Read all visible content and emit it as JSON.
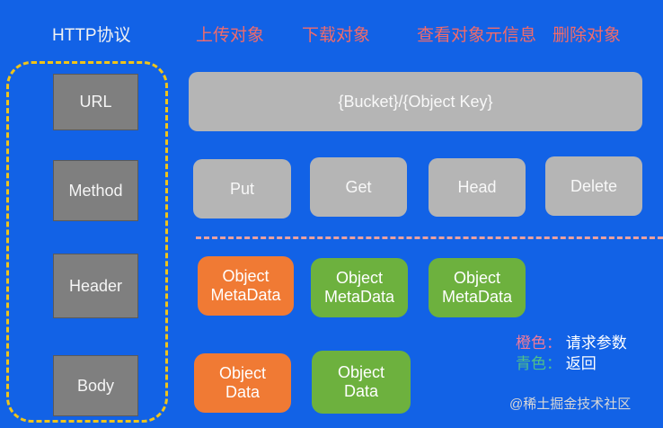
{
  "header": {
    "protocol": "HTTP协议",
    "upload": "上传对象",
    "download": "下载对象",
    "view_meta": "查看对象元信息",
    "delete": "删除对象"
  },
  "fields": {
    "url": "URL",
    "method": "Method",
    "header": "Header",
    "body": "Body"
  },
  "url_value": "{Bucket}/{Object Key}",
  "methods": {
    "put": "Put",
    "get": "Get",
    "head": "Head",
    "delete": "Delete"
  },
  "metadata_boxes": [
    {
      "line1": "Object",
      "line2": "MetaData",
      "color": "#f07a34"
    },
    {
      "line1": "Object",
      "line2": "MetaData",
      "color": "#6db13e"
    },
    {
      "line1": "Object",
      "line2": "MetaData",
      "color": "#6db13e"
    }
  ],
  "data_boxes": [
    {
      "line1": "Object",
      "line2": "Data",
      "color": "#f07a34"
    },
    {
      "line1": "Object",
      "line2": "Data",
      "color": "#6db13e"
    }
  ],
  "legend": {
    "orange_key": "橙色：",
    "orange_value": "请求参数",
    "green_key": "青色：",
    "green_value": "返回"
  },
  "watermark": "@稀土掘金技术社区",
  "colors": {
    "background": "#1262e6",
    "frame": "#f0c419",
    "request": "#f07a34",
    "response": "#6db13e"
  }
}
